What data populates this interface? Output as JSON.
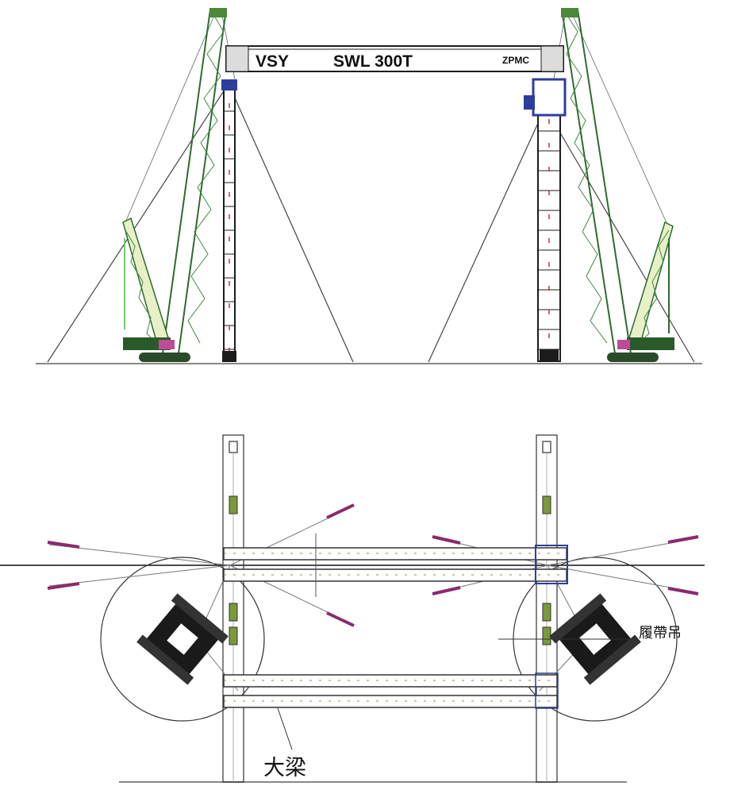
{
  "elevation": {
    "beam_text_left": "VSY",
    "beam_text_center": "SWL 300T",
    "beam_text_logo": "ZPMC",
    "colors": {
      "boom": "#2f6b2f",
      "tower": "#1c1c1c",
      "tower_accent": "#c0392b",
      "mast_blue": "#2c3e9a",
      "guy": "#555555",
      "ground": "#888888"
    }
  },
  "plan": {
    "label_crawler": "履帶吊",
    "label_girder": "大梁",
    "colors": {
      "girder": "#333333",
      "girder_accent": "#7a9a3a",
      "crawler": "#1a1a1a",
      "cable": "#777777",
      "anchor": "#8b2a6b",
      "node": "#2c3e9a"
    }
  }
}
